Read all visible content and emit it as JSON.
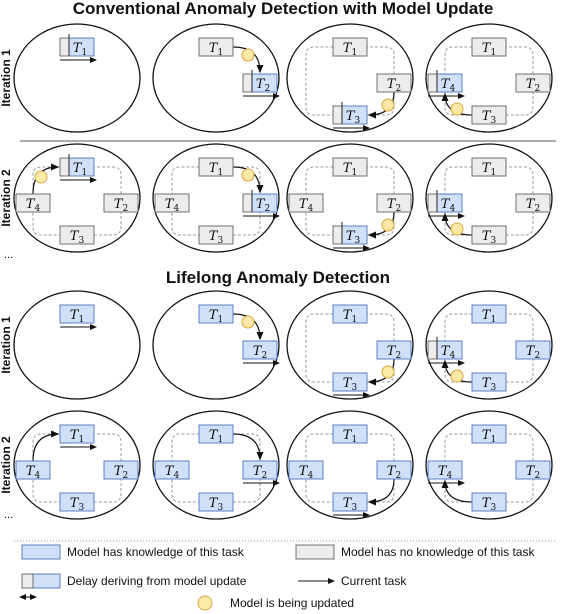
{
  "titles": {
    "conventional": "Conventional Anomaly Detection with Model Update",
    "lifelong": "Lifelong Anomaly Detection"
  },
  "iteration_labels": [
    "Iteration 1",
    "Iteration 2"
  ],
  "ellipsis": "...",
  "task_labels": [
    "T1",
    "T2",
    "T3",
    "T4"
  ],
  "legend": {
    "known": "Model has knowledge of this task",
    "unknown": "Model has no knowledge of this task",
    "delay": "Delay deriving from model update",
    "current": "Current task",
    "updating": "Model is being updated"
  },
  "colors": {
    "known_fill": "#cfe0f8",
    "known_stroke": "#5b7fc4",
    "unknown_fill": "#ececec",
    "unknown_stroke": "#707070",
    "update_fill": "#fde9a6",
    "update_stroke": "#d6a83a"
  }
}
